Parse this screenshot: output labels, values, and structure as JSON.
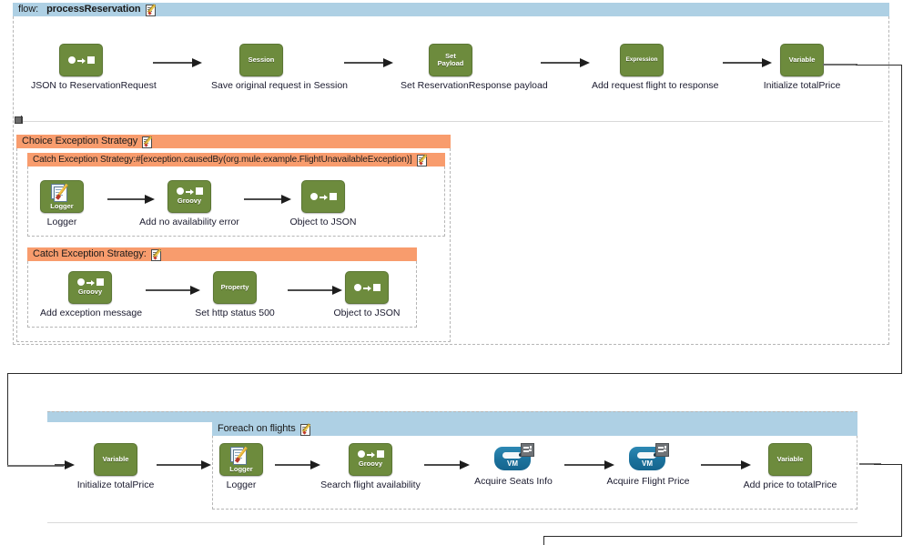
{
  "diagram": {
    "title": "Mule flow: processReservation",
    "colors": {
      "flow_header_blue": "#aed0e4",
      "exception_header_orange": "#f89c6d",
      "component_green": "#6d8b3d",
      "vm_blue": "#1b719c",
      "container_dashed": "#b6b6b6",
      "connector": "#2b2b2b"
    }
  },
  "flow": {
    "prefix": "flow:",
    "name": "processReservation",
    "edit_icon": "edit-icon"
  },
  "main_row": {
    "nodes": [
      {
        "id": "json-to-reservationrequest",
        "label": "JSON to ReservationRequest",
        "icon": "transform-icon",
        "icon_text": "",
        "kind": "transform",
        "color": "#6d8b3d"
      },
      {
        "id": "save-original-request-in-session",
        "label": "Save original request in Session",
        "icon": "session-icon",
        "icon_text": "Session",
        "kind": "text",
        "color": "#6d8b3d"
      },
      {
        "id": "set-reservationresponse-payload",
        "label": "Set ReservationResponse payload",
        "icon": "set-payload-icon",
        "icon_text": "Set\nPayload",
        "kind": "text",
        "color": "#6d8b3d"
      },
      {
        "id": "add-request-flight-to-response",
        "label": "Add request flight to response",
        "icon": "expression-icon",
        "icon_text": "Expression",
        "kind": "text",
        "color": "#6d8b3d"
      },
      {
        "id": "initialize-totalprice",
        "label": "Initialize totalPrice",
        "icon": "variable-icon",
        "icon_text": "Variable",
        "kind": "text",
        "color": "#6d8b3d"
      }
    ]
  },
  "choice_exception_strategy": {
    "header": "Choice Exception Strategy",
    "edit_icon": "edit-icon",
    "catch_blocks": [
      {
        "header": "Catch Exception Strategy:#[exception.causedBy(org.mule.example.FlightUnavailableException)]",
        "edit_icon": "edit-icon",
        "nodes": [
          {
            "id": "logger",
            "label": "Logger",
            "icon": "logger-icon",
            "icon_text": "Logger",
            "kind": "logger",
            "color": "#6d8b3d"
          },
          {
            "id": "add-no-availability-error",
            "label": "Add no availability error",
            "icon": "groovy-icon",
            "icon_text": "Groovy",
            "kind": "groovy",
            "color": "#6d8b3d"
          },
          {
            "id": "object-to-json-1",
            "label": "Object to JSON",
            "icon": "transform-icon",
            "icon_text": "",
            "kind": "transform",
            "color": "#6d8b3d"
          }
        ]
      },
      {
        "header": "Catch Exception Strategy:",
        "edit_icon": "edit-icon",
        "nodes": [
          {
            "id": "add-exception-message",
            "label": "Add exception message",
            "icon": "groovy-icon",
            "icon_text": "Groovy",
            "kind": "groovy",
            "color": "#6d8b3d"
          },
          {
            "id": "set-http-status-500",
            "label": "Set http status 500",
            "icon": "property-icon",
            "icon_text": "Property",
            "kind": "text",
            "color": "#6d8b3d"
          },
          {
            "id": "object-to-json-2",
            "label": "Object to JSON",
            "icon": "transform-icon",
            "icon_text": "",
            "kind": "transform",
            "color": "#6d8b3d"
          }
        ]
      }
    ]
  },
  "second_row": {
    "lead_node": {
      "id": "initialize-totalprice-2",
      "label": "Initialize totalPrice",
      "icon": "variable-icon",
      "icon_text": "Variable",
      "kind": "text",
      "color": "#6d8b3d"
    },
    "foreach": {
      "header": "Foreach on flights",
      "edit_icon": "edit-icon",
      "nodes": [
        {
          "id": "logger-2",
          "label": "Logger",
          "icon": "logger-icon",
          "icon_text": "Logger",
          "kind": "logger",
          "color": "#6d8b3d"
        },
        {
          "id": "search-flight-availability",
          "label": "Search flight availability",
          "icon": "groovy-icon",
          "icon_text": "Groovy",
          "kind": "groovy",
          "color": "#6d8b3d"
        },
        {
          "id": "acquire-seats-info",
          "label": "Acquire Seats Info",
          "icon": "vm-icon",
          "icon_text": "VM",
          "kind": "vm",
          "color": "#1b719c"
        },
        {
          "id": "acquire-flight-price",
          "label": "Acquire Flight Price",
          "icon": "vm-icon",
          "icon_text": "VM",
          "kind": "vm",
          "color": "#1b719c"
        },
        {
          "id": "add-price-to-totalprice",
          "label": "Add price to totalPrice",
          "icon": "variable-icon",
          "icon_text": "Variable",
          "kind": "text",
          "color": "#6d8b3d"
        }
      ]
    }
  }
}
